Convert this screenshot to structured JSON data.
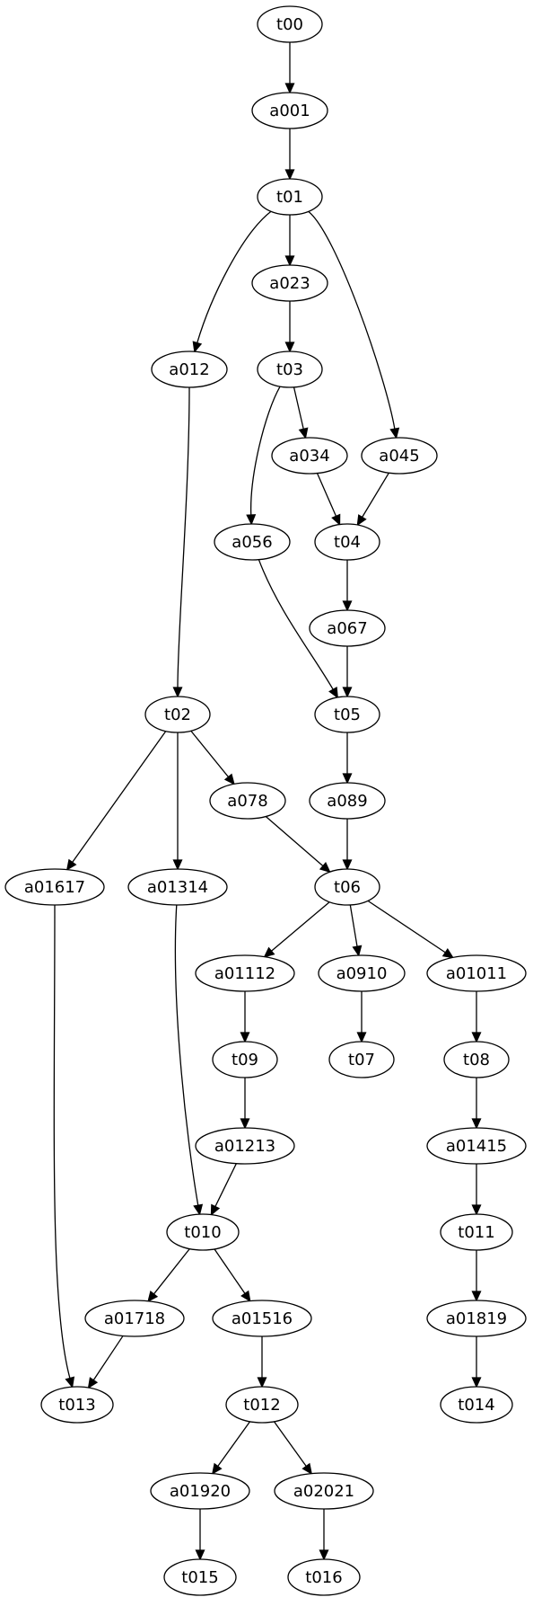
{
  "graph": {
    "nodes": [
      {
        "id": "t00",
        "label": "t00"
      },
      {
        "id": "a001",
        "label": "a001"
      },
      {
        "id": "t01",
        "label": "t01"
      },
      {
        "id": "a023",
        "label": "a023"
      },
      {
        "id": "a012",
        "label": "a012"
      },
      {
        "id": "t03",
        "label": "t03"
      },
      {
        "id": "a034",
        "label": "a034"
      },
      {
        "id": "a045",
        "label": "a045"
      },
      {
        "id": "a056",
        "label": "a056"
      },
      {
        "id": "t04",
        "label": "t04"
      },
      {
        "id": "a067",
        "label": "a067"
      },
      {
        "id": "t02",
        "label": "t02"
      },
      {
        "id": "t05",
        "label": "t05"
      },
      {
        "id": "a078",
        "label": "a078"
      },
      {
        "id": "a089",
        "label": "a089"
      },
      {
        "id": "a01617",
        "label": "a01617"
      },
      {
        "id": "a01314",
        "label": "a01314"
      },
      {
        "id": "t06",
        "label": "t06"
      },
      {
        "id": "a01112",
        "label": "a01112"
      },
      {
        "id": "a0910",
        "label": "a0910"
      },
      {
        "id": "a01011",
        "label": "a01011"
      },
      {
        "id": "t09",
        "label": "t09"
      },
      {
        "id": "t07",
        "label": "t07"
      },
      {
        "id": "t08",
        "label": "t08"
      },
      {
        "id": "a01213",
        "label": "a01213"
      },
      {
        "id": "a01415",
        "label": "a01415"
      },
      {
        "id": "t010",
        "label": "t010"
      },
      {
        "id": "t011",
        "label": "t011"
      },
      {
        "id": "a01718",
        "label": "a01718"
      },
      {
        "id": "a01516",
        "label": "a01516"
      },
      {
        "id": "a01819",
        "label": "a01819"
      },
      {
        "id": "t013",
        "label": "t013"
      },
      {
        "id": "t012",
        "label": "t012"
      },
      {
        "id": "t014",
        "label": "t014"
      },
      {
        "id": "a01920",
        "label": "a01920"
      },
      {
        "id": "a02021",
        "label": "a02021"
      },
      {
        "id": "t015",
        "label": "t015"
      },
      {
        "id": "t016",
        "label": "t016"
      }
    ],
    "edges": [
      {
        "from": "t00",
        "to": "a001"
      },
      {
        "from": "a001",
        "to": "t01"
      },
      {
        "from": "t01",
        "to": "a023"
      },
      {
        "from": "t01",
        "to": "a012"
      },
      {
        "from": "t01",
        "to": "a045"
      },
      {
        "from": "a023",
        "to": "t03"
      },
      {
        "from": "t03",
        "to": "a034"
      },
      {
        "from": "t03",
        "to": "a056"
      },
      {
        "from": "a034",
        "to": "t04"
      },
      {
        "from": "a045",
        "to": "t04"
      },
      {
        "from": "t04",
        "to": "a067"
      },
      {
        "from": "a067",
        "to": "t05"
      },
      {
        "from": "a056",
        "to": "t05"
      },
      {
        "from": "a012",
        "to": "t02"
      },
      {
        "from": "t02",
        "to": "a078"
      },
      {
        "from": "t02",
        "to": "a01314"
      },
      {
        "from": "t02",
        "to": "a01617"
      },
      {
        "from": "t05",
        "to": "a089"
      },
      {
        "from": "a089",
        "to": "t06"
      },
      {
        "from": "a078",
        "to": "t06"
      },
      {
        "from": "t06",
        "to": "a01112"
      },
      {
        "from": "t06",
        "to": "a0910"
      },
      {
        "from": "t06",
        "to": "a01011"
      },
      {
        "from": "a01112",
        "to": "t09"
      },
      {
        "from": "a0910",
        "to": "t07"
      },
      {
        "from": "a01011",
        "to": "t08"
      },
      {
        "from": "t09",
        "to": "a01213"
      },
      {
        "from": "t08",
        "to": "a01415"
      },
      {
        "from": "a01213",
        "to": "t010"
      },
      {
        "from": "a01314",
        "to": "t010"
      },
      {
        "from": "a01415",
        "to": "t011"
      },
      {
        "from": "t010",
        "to": "a01718"
      },
      {
        "from": "t010",
        "to": "a01516"
      },
      {
        "from": "t011",
        "to": "a01819"
      },
      {
        "from": "a01718",
        "to": "t013"
      },
      {
        "from": "a01617",
        "to": "t013"
      },
      {
        "from": "a01516",
        "to": "t012"
      },
      {
        "from": "a01819",
        "to": "t014"
      },
      {
        "from": "t012",
        "to": "a01920"
      },
      {
        "from": "t012",
        "to": "a02021"
      },
      {
        "from": "a01920",
        "to": "t015"
      },
      {
        "from": "a02021",
        "to": "t016"
      }
    ]
  }
}
